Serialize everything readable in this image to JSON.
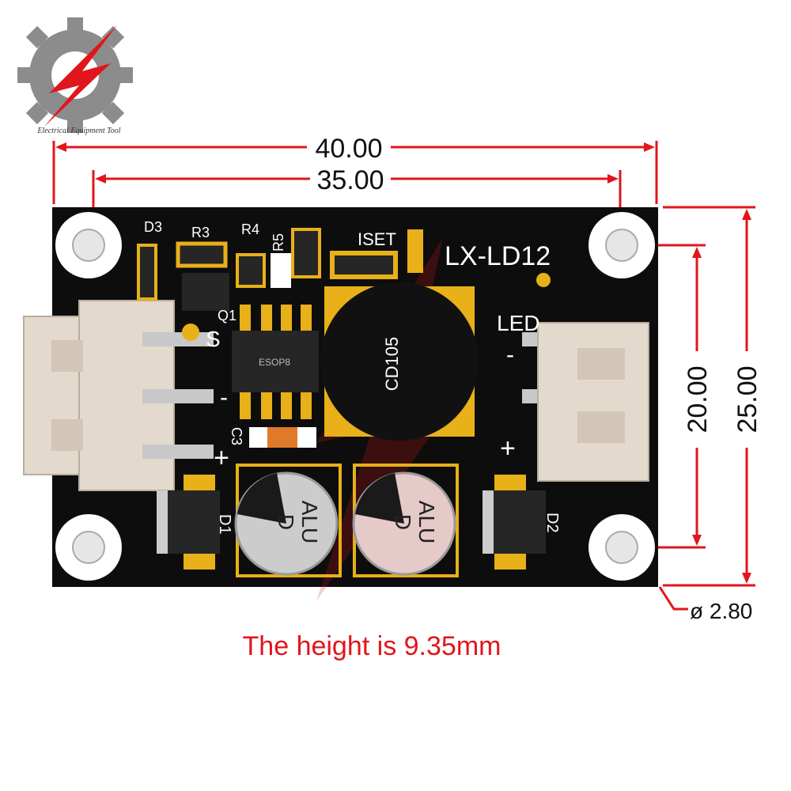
{
  "brand": {
    "tagline": "Electrical Equipment Tool",
    "colors": {
      "red": "#e0161c",
      "gray": "#8c8c8c"
    }
  },
  "dimensions": {
    "board_width": "40.00",
    "hole_spacing_x": "35.00",
    "hole_spacing_y": "20.00",
    "board_height": "25.00",
    "hole_diameter": "ø 2.80"
  },
  "board": {
    "model": "LX-LD12",
    "iset_label": "ISET",
    "inductor_label": "CD105",
    "ic_label": "ESOP8",
    "cap_label": "ALU\nD",
    "cap_label_line1": "ALU",
    "cap_label_line2": "D",
    "led_label": "LED",
    "minus": "-",
    "plus": "+",
    "input_s": "S",
    "designators": {
      "d1": "D1",
      "d2": "D2",
      "d3": "D3",
      "r3": "R3",
      "r4": "R4",
      "r5": "R5",
      "q1": "Q1",
      "c3": "C3"
    },
    "colors": {
      "pcb": "#0d0d0d",
      "pad": "#e8b019",
      "connector": "#e3d9cc"
    }
  },
  "caption": "The height is 9.35mm"
}
